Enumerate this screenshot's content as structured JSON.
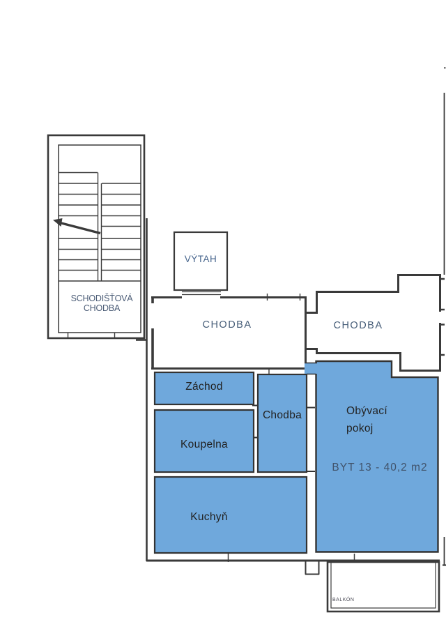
{
  "colors": {
    "room_fill": "#6FA8DC",
    "wall": "#3A3A3A",
    "room_border": "#333333",
    "label_blue": "#455C77",
    "label_dark": "#222222"
  },
  "areas": {
    "stairwell": {
      "label_line1": "SCHODIŠŤOVÁ",
      "label_line2": "CHODBA"
    },
    "elevator": {
      "label": "VÝTAH"
    },
    "corridor_left": {
      "label": "CHODBA"
    },
    "corridor_right": {
      "label": "CHODBA"
    },
    "toilet": {
      "label": "Záchod"
    },
    "bathroom": {
      "label": "Koupelna"
    },
    "hallway": {
      "label": "Chodba"
    },
    "kitchen": {
      "label": "Kuchyň"
    },
    "living_room": {
      "label_line1": "Obývací",
      "label_line2": "pokoj",
      "apartment_label": "BYT 13 - 40,2 m2"
    },
    "balcony": {
      "label": "BALKÓN"
    }
  }
}
